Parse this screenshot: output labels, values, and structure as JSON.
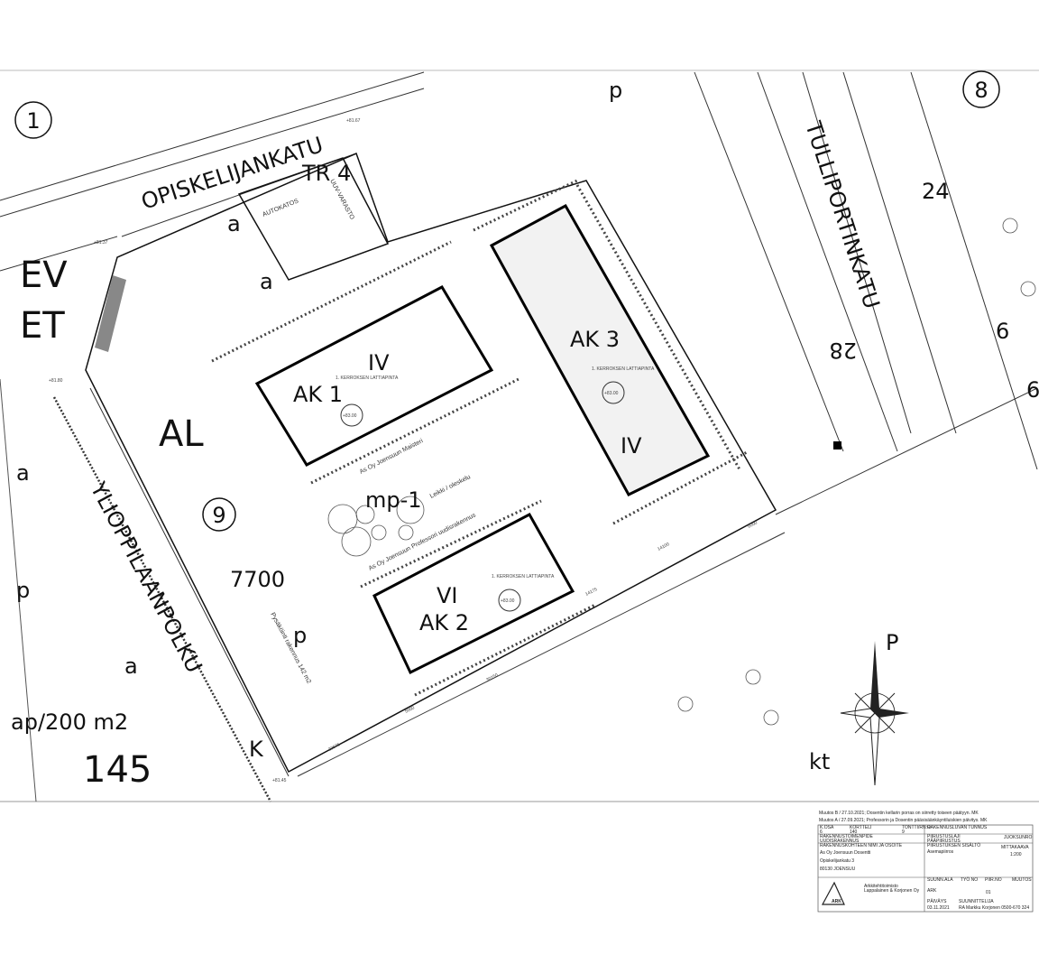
{
  "plan": {
    "block_numbers": [
      "1",
      "8",
      "9"
    ],
    "streets": {
      "north": "OPISKELIJANKATU",
      "east": "TULLIPORTINKATU",
      "west": "YLIOPPILAANPOLKU"
    },
    "zones": {
      "ev": "EV",
      "et": "ET",
      "al": "AL",
      "mp": "mp-1",
      "kt": "kt",
      "k": "K"
    },
    "area_text": {
      "plot_area": "7700",
      "parking_rule": "ap/200 m2",
      "plot_no_145": "145",
      "street_no_28": "28",
      "street_no_24": "24",
      "lot_6a": "6",
      "lot_6b": "6"
    },
    "parking_labels": [
      "a",
      "a",
      "a",
      "a",
      "p",
      "p",
      "p"
    ],
    "structures": {
      "tr4": "TR 4",
      "carport": "AUTOKATOS",
      "storage": "UUV-VARASTO"
    },
    "buildings": [
      {
        "id": "AK 1",
        "floors": "IV",
        "floor_label": "1. KERROKSEN LATTIAPINTA",
        "level": "+83.00",
        "name": "As Oy Joensuun Maisteri"
      },
      {
        "id": "AK 2",
        "floors": "VI",
        "floor_label": "1. KERROKSEN LATTIAPINTA",
        "level": "+83.00",
        "name": "As Oy Joensuun Professori uudisrakennus"
      },
      {
        "id": "AK 3",
        "floors": "IV",
        "floor_label": "1. KERROKSEN LATTIAPINTA",
        "level": "+83.00"
      }
    ],
    "playground": "Leikki / oleskelu",
    "north_arrow": "P",
    "elevations": [
      "+81.67",
      "+81.37",
      "+81.80",
      "+81.45"
    ],
    "dimensions": [
      "14100",
      "14175",
      "30150",
      "6000",
      "5000",
      "23575"
    ],
    "parking_note": "Pysäköinti rakennus 142 m2"
  },
  "title_block": {
    "revisions": [
      "Muutos B / 27.10.2021; Dosentin kellarin porras on siirretty toiseen päätyyn. MK",
      "Muutos A / 27.09.2021; Professorin ja Dosentin pääsisäänkäyntiluiskien päivitys. MK"
    ],
    "row1": {
      "k_label": "K.OSA",
      "k_value": "6",
      "kortteli_label": "KORTTELI",
      "kortteli_value": "140",
      "tontti_label": "TONTTI/RN:O",
      "tontti_value": "9",
      "measure_label": "RAKENNUSLUVAN TUNNUS"
    },
    "row2": {
      "label": "RAKENNUSTOIMENPIDE",
      "value": "UUDISRAKENNUS",
      "phase_label": "PIIRUSTUSLAJI",
      "phase_value": "PÄÄPIIRUSTUS",
      "no_label": "JUOKSUNRO"
    },
    "row3": {
      "label": "RAKENNUSKOHTEEN NIMI JA OSOITE",
      "name": "As Oy Joensuun Dosentti",
      "street": "Opiskelijankatu 3",
      "city": "80130 JOENSUU",
      "content_label": "PIIRUSTUKSEN SISÄLTÖ",
      "content": "Asemapiirros",
      "scale_label": "MITTAKAAVA",
      "scale": "1:200"
    },
    "office": {
      "logo": "ARK",
      "name": "Arkkitehtitoimisto",
      "company": "Lappalainen & Korjonen Oy"
    },
    "row4": {
      "ala_label": "SUUNN.ALA",
      "ala": "ARK",
      "tyono_label": "TYÖ NO",
      "piir_label": "PIIR.NO",
      "piir": "01",
      "muutos_label": "MUUTOS"
    },
    "row5": {
      "date_label": "PÄIVÄYS",
      "date": "03.11.2021",
      "designer_label": "SUUNNITTELIJA",
      "designer": "RA Markku Korjonen 0500-670 324"
    }
  }
}
